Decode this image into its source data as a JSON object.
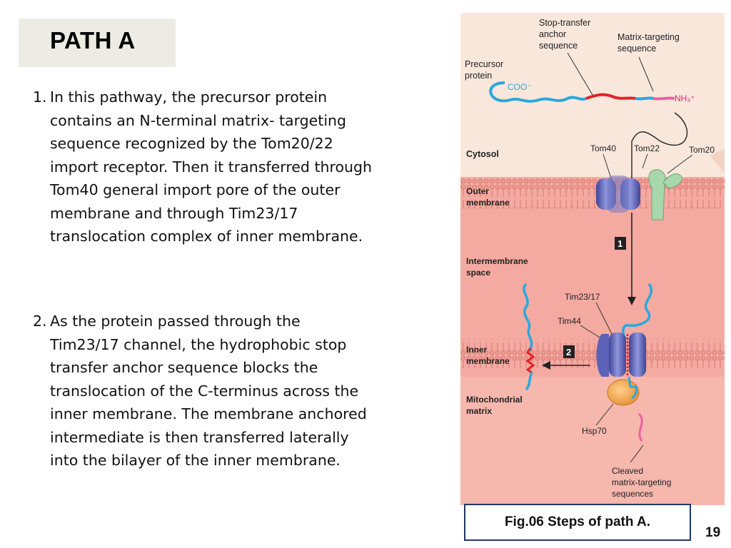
{
  "slide": {
    "title": "PATH A",
    "page_number": "19"
  },
  "paragraphs": [
    {
      "number": "1.",
      "lines": [
        "In this pathway, the precursor protein",
        "contains an N-terminal matrix- targeting",
        "sequence recognized by the Tom20/22",
        "import receptor. Then it transferred through",
        "Tom40 general import pore of the outer",
        "membrane and through Tim23/17",
        "translocation complex of inner membrane."
      ]
    },
    {
      "number": "2.",
      "lines": [
        " As the protein passed through the",
        "Tim23/17 channel, the hydrophobic stop",
        "transfer anchor sequence blocks the",
        "translocation of the C-terminus across the",
        "inner membrane. The membrane anchored",
        "intermediate is then transferred laterally",
        "into the bilayer of the inner membrane."
      ]
    }
  ],
  "figure": {
    "caption": "Fig.06 Steps of path A.",
    "labels": {
      "stop_transfer_1": "Stop-transfer",
      "stop_transfer_2": "anchor",
      "stop_transfer_3": "sequence",
      "matrix_targeting_1": "Matrix-targeting",
      "matrix_targeting_2": "sequence",
      "precursor_1": "Precursor",
      "precursor_2": "protein",
      "coo": "COO⁻",
      "nh3": "NH₃⁺",
      "cytosol": "Cytosol",
      "tom40": "Tom40",
      "tom22": "Tom22",
      "tom20": "Tom20",
      "outer_membrane_1": "Outer",
      "outer_membrane_2": "membrane",
      "step1": "1",
      "intermembrane_1": "Intermembrane",
      "intermembrane_2": "space",
      "tim23_17": "Tim23/17",
      "tim44": "Tim44",
      "inner_membrane_1": "Inner",
      "inner_membrane_2": "membrane",
      "step2": "2",
      "matrix_1": "Mitochondrial",
      "matrix_2": "matrix",
      "hsp70": "Hsp70",
      "cleaved_1": "Cleaved",
      "cleaved_2": "matrix-targeting",
      "cleaved_3": "sequences"
    },
    "colors": {
      "cytosol_bg": "#f9e7dc",
      "lower_bg": "#f4a9a0",
      "membrane": "#e58a80",
      "precursor_blue": "#2aa8de",
      "stop_anchor_red": "#e2232a",
      "matrix_seq_pink": "#ee5fa5",
      "pore_blue": "#5b62b7",
      "tom20_green": "#a9d7ad",
      "hsp70_orange": "#f7a54a"
    }
  }
}
